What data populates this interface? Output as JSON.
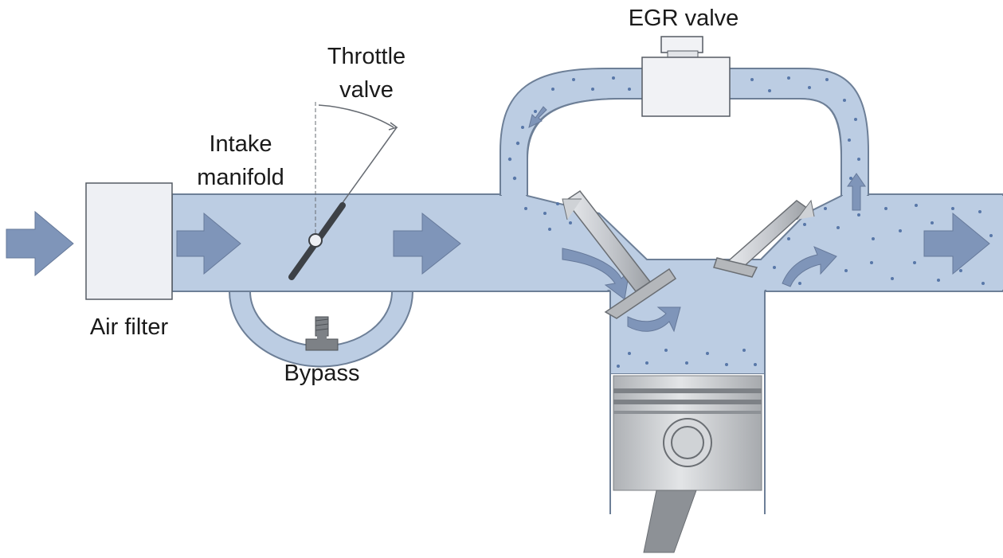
{
  "labels": {
    "throttle_line1": "Throttle",
    "throttle_line2": "valve",
    "intake_line1": "Intake",
    "intake_line2": "manifold",
    "egr_valve": "EGR valve",
    "air_filter": "Air filter",
    "bypass": "Bypass"
  },
  "colors": {
    "gas_fill": "#bccde3",
    "gas_outline": "#6d7f97",
    "arrow": "#7f95b9",
    "dots": "#5877a8",
    "metal": "#cfd2d6",
    "metal_dark": "#8d9196",
    "box_fill": "#eef0f4"
  }
}
